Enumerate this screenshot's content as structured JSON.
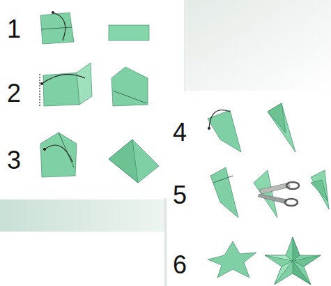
{
  "diagram": {
    "labels": [
      "1",
      "2",
      "3",
      "4",
      "5",
      "6"
    ]
  }
}
